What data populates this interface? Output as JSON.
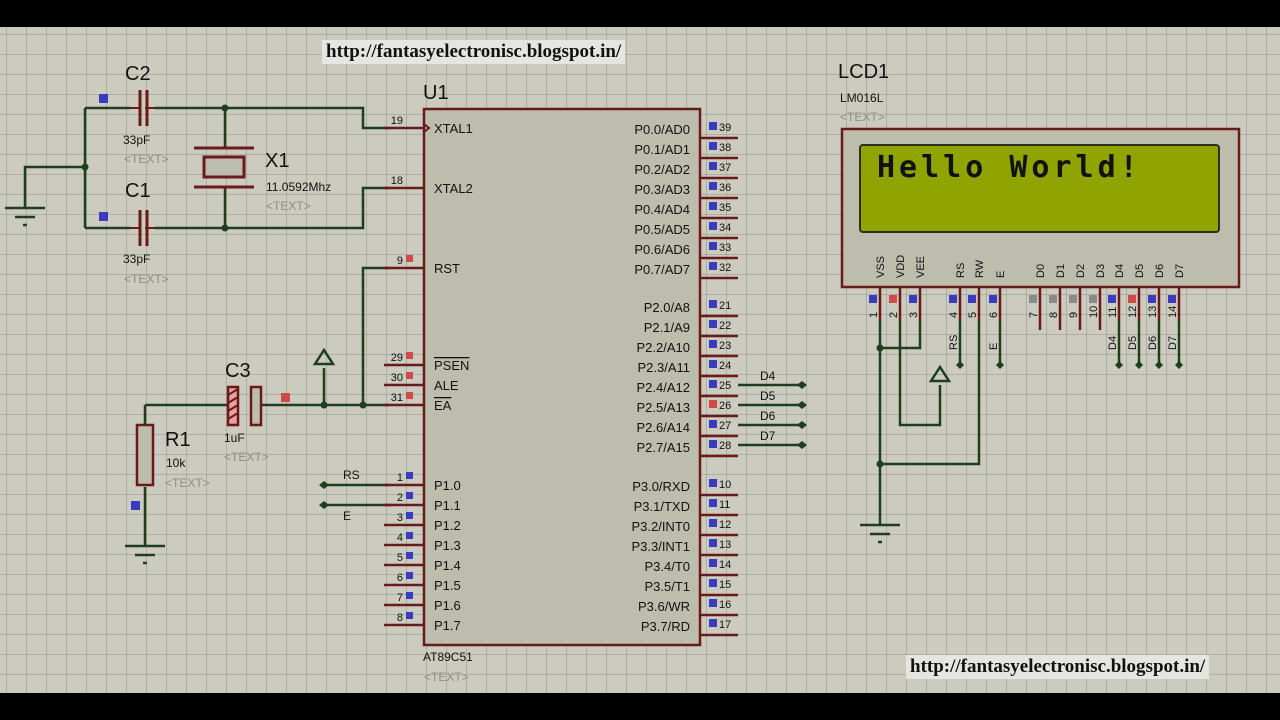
{
  "watermark": {
    "top": "http://fantasyelectronisc.blogspot.in/",
    "bottom": "http://fantasyelectronisc.blogspot.in/"
  },
  "colors": {
    "wire": "#1f3d1f",
    "pin": "#6b1a1a",
    "body": "#bdbdad",
    "lcd_screen": "#8fa400",
    "pin_blue": "#3b3bbf",
    "pin_red": "#d04a4a",
    "pin_gray": "#8a8a8a"
  },
  "components": {
    "c2": {
      "ref": "C2",
      "value": "33pF",
      "text": "<TEXT>"
    },
    "c1": {
      "ref": "C1",
      "value": "33pF",
      "text": "<TEXT>"
    },
    "x1": {
      "ref": "X1",
      "value": "11.0592Mhz",
      "text": "<TEXT>"
    },
    "c3": {
      "ref": "C3",
      "value": "1uF",
      "text": "<TEXT>"
    },
    "r1": {
      "ref": "R1",
      "value": "10k",
      "text": "<TEXT>"
    },
    "u1": {
      "ref": "U1",
      "part": "AT89C51",
      "text": "<TEXT>"
    },
    "lcd1": {
      "ref": "LCD1",
      "part": "LM016L",
      "text": "<TEXT>",
      "display_line1": "Hello World!",
      "display_line2": ""
    }
  },
  "u1_left_pins": [
    {
      "num": "19",
      "name": "XTAL1",
      "state": "none"
    },
    {
      "num": "18",
      "name": "XTAL2",
      "state": "none"
    },
    {
      "num": "9",
      "name": "RST",
      "state": "red"
    },
    {
      "num": "29",
      "name": "PSEN",
      "state": "red",
      "overline": true
    },
    {
      "num": "30",
      "name": "ALE",
      "state": "red"
    },
    {
      "num": "31",
      "name": "EA",
      "state": "red",
      "overline": true
    },
    {
      "num": "1",
      "name": "P1.0",
      "state": "blue"
    },
    {
      "num": "2",
      "name": "P1.1",
      "state": "blue"
    },
    {
      "num": "3",
      "name": "P1.2",
      "state": "blue"
    },
    {
      "num": "4",
      "name": "P1.3",
      "state": "blue"
    },
    {
      "num": "5",
      "name": "P1.4",
      "state": "blue"
    },
    {
      "num": "6",
      "name": "P1.5",
      "state": "blue"
    },
    {
      "num": "7",
      "name": "P1.6",
      "state": "blue"
    },
    {
      "num": "8",
      "name": "P1.7",
      "state": "blue"
    }
  ],
  "u1_right_pins": [
    {
      "num": "39",
      "name": "P0.0/AD0",
      "state": "blue"
    },
    {
      "num": "38",
      "name": "P0.1/AD1",
      "state": "blue"
    },
    {
      "num": "37",
      "name": "P0.2/AD2",
      "state": "blue"
    },
    {
      "num": "36",
      "name": "P0.3/AD3",
      "state": "blue"
    },
    {
      "num": "35",
      "name": "P0.4/AD4",
      "state": "blue"
    },
    {
      "num": "34",
      "name": "P0.5/AD5",
      "state": "blue"
    },
    {
      "num": "33",
      "name": "P0.6/AD6",
      "state": "blue"
    },
    {
      "num": "32",
      "name": "P0.7/AD7",
      "state": "blue"
    },
    {
      "num": "21",
      "name": "P2.0/A8",
      "state": "blue"
    },
    {
      "num": "22",
      "name": "P2.1/A9",
      "state": "blue"
    },
    {
      "num": "23",
      "name": "P2.2/A10",
      "state": "blue"
    },
    {
      "num": "24",
      "name": "P2.3/A11",
      "state": "blue"
    },
    {
      "num": "25",
      "name": "P2.4/A12",
      "state": "blue",
      "net": "D4"
    },
    {
      "num": "26",
      "name": "P2.5/A13",
      "state": "red",
      "net": "D5"
    },
    {
      "num": "27",
      "name": "P2.6/A14",
      "state": "blue",
      "net": "D6"
    },
    {
      "num": "28",
      "name": "P2.7/A15",
      "state": "blue",
      "net": "D7"
    },
    {
      "num": "10",
      "name": "P3.0/RXD",
      "state": "blue"
    },
    {
      "num": "11",
      "name": "P3.1/TXD",
      "state": "blue"
    },
    {
      "num": "12",
      "name": "P3.2/INT0",
      "state": "blue"
    },
    {
      "num": "13",
      "name": "P3.3/INT1",
      "state": "blue"
    },
    {
      "num": "14",
      "name": "P3.4/T0",
      "state": "blue"
    },
    {
      "num": "15",
      "name": "P3.5/T1",
      "state": "blue"
    },
    {
      "num": "16",
      "name": "P3.6/WR",
      "state": "blue"
    },
    {
      "num": "17",
      "name": "P3.7/RD",
      "state": "blue"
    }
  ],
  "lcd_pins": [
    {
      "num": "1",
      "name": "VSS",
      "state": "blue"
    },
    {
      "num": "2",
      "name": "VDD",
      "state": "red"
    },
    {
      "num": "3",
      "name": "VEE",
      "state": "blue"
    },
    {
      "num": "4",
      "name": "RS",
      "state": "blue",
      "net": "RS"
    },
    {
      "num": "5",
      "name": "RW",
      "state": "blue"
    },
    {
      "num": "6",
      "name": "E",
      "state": "blue",
      "net": "E"
    },
    {
      "num": "7",
      "name": "D0",
      "state": "gray"
    },
    {
      "num": "8",
      "name": "D1",
      "state": "gray"
    },
    {
      "num": "9",
      "name": "D2",
      "state": "gray"
    },
    {
      "num": "10",
      "name": "D3",
      "state": "gray"
    },
    {
      "num": "11",
      "name": "D4",
      "state": "blue",
      "net": "D4"
    },
    {
      "num": "12",
      "name": "D5",
      "state": "red",
      "net": "D5"
    },
    {
      "num": "13",
      "name": "D6",
      "state": "blue",
      "net": "D6"
    },
    {
      "num": "14",
      "name": "D7",
      "state": "blue",
      "net": "D7"
    }
  ],
  "net_labels": {
    "rs": "RS",
    "e": "E",
    "d4": "D4",
    "d5": "D5",
    "d6": "D6",
    "d7": "D7"
  }
}
